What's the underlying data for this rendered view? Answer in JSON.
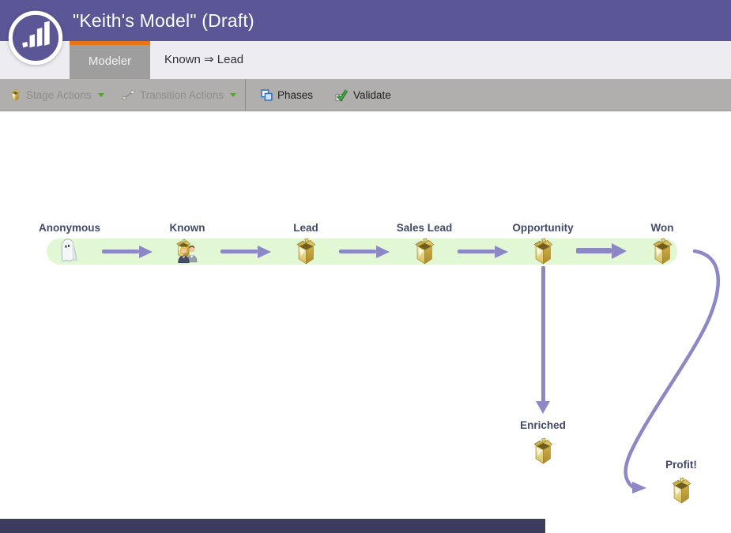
{
  "header": {
    "title": "\"Keith's Model\" (Draft)"
  },
  "tabs": {
    "modeler": "Modeler",
    "document": "Known ⇒ Lead"
  },
  "toolbar": {
    "stage_actions_label": "Stage Actions",
    "transition_actions_label": "Transition Actions",
    "phases_label": "Phases",
    "validate_label": "Validate"
  },
  "model": {
    "stages": [
      {
        "label": "Anonymous",
        "icon": "ghost"
      },
      {
        "label": "Known",
        "icon": "box-with-people"
      },
      {
        "label": "Lead",
        "icon": "box"
      },
      {
        "label": "Sales Lead",
        "icon": "box"
      },
      {
        "label": "Opportunity",
        "icon": "box"
      },
      {
        "label": "Won",
        "icon": "box"
      }
    ],
    "branch_stages": [
      {
        "label": "Enriched",
        "icon": "box"
      },
      {
        "label": "Profit!",
        "icon": "box"
      }
    ],
    "transitions": [
      {
        "from": "Anonymous",
        "to": "Known"
      },
      {
        "from": "Known",
        "to": "Lead"
      },
      {
        "from": "Lead",
        "to": "Sales Lead"
      },
      {
        "from": "Sales Lead",
        "to": "Opportunity"
      },
      {
        "from": "Opportunity",
        "to": "Won"
      },
      {
        "from": "Opportunity",
        "to": "Enriched"
      },
      {
        "from": "Won",
        "to": "Profit!"
      }
    ]
  },
  "colors": {
    "header_purple": "#5b5796",
    "accent_orange": "#e87511",
    "tab_gray": "#9e9e9e",
    "toolbar_gray": "#b1aeae",
    "band_green": "#e2f7d3",
    "arrow_purple": "#8d88c5",
    "label_slate": "#424a66",
    "footer_bar": "#3d3b5e"
  }
}
